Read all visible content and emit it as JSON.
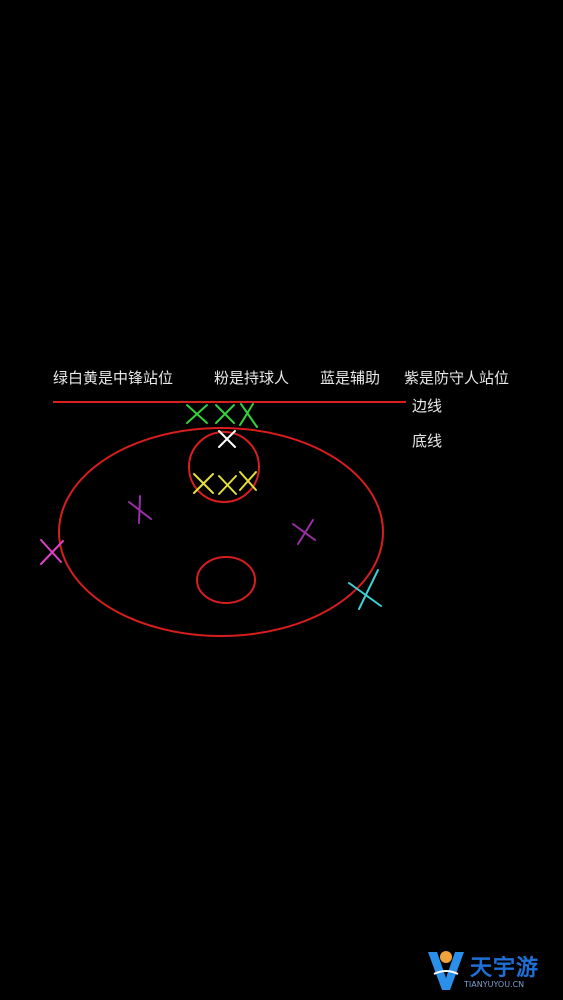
{
  "legend": {
    "item1": "绿白黄是中锋站位",
    "item2": "粉是持球人",
    "item3": "蓝是辅助",
    "item4": "紫是防守人站位"
  },
  "court_labels": {
    "sideline": "边线",
    "baseline": "底线"
  },
  "colors": {
    "background": "#000000",
    "court_lines": "#d81e1e",
    "green": "#35d13a",
    "white": "#ffffff",
    "yellow": "#e6df3a",
    "pink": "#e040c8",
    "blue": "#3fd0d6",
    "purple": "#9a2fa8"
  },
  "watermark": {
    "brand": "天宇游",
    "url": "TIANYUYOU.CN"
  }
}
